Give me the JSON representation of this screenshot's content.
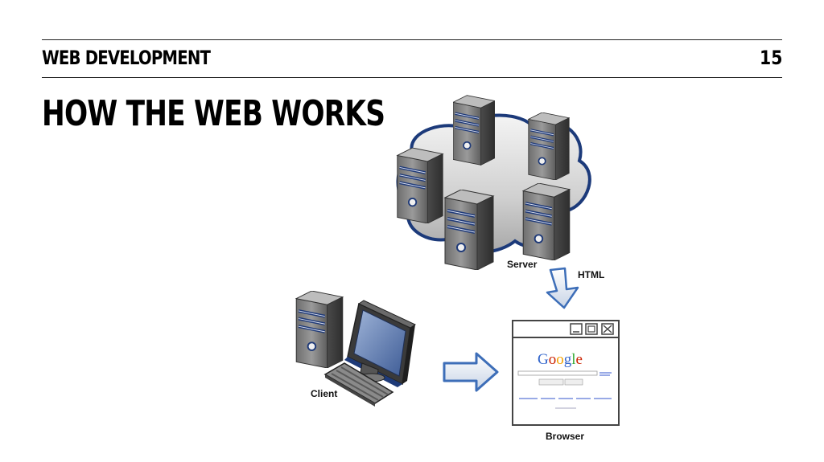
{
  "header": {
    "section": "WEB DEVELOPMENT",
    "page_number": "15"
  },
  "slide": {
    "title": "HOW THE WEB WORKS"
  },
  "diagram": {
    "server_label": "Server",
    "html_label": "HTML",
    "client_label": "Client",
    "browser_label": "Browser",
    "google_logo": [
      "G",
      "o",
      "o",
      "g",
      "l",
      "e"
    ],
    "google_colors": [
      "#3366cc",
      "#cc2200",
      "#f4a100",
      "#3366cc",
      "#33aa33",
      "#cc2200"
    ],
    "icons": [
      "server-tower-icon",
      "desktop-monitor-icon",
      "keyboard-icon",
      "down-arrow-icon",
      "right-arrow-icon",
      "browser-window-icon"
    ]
  }
}
